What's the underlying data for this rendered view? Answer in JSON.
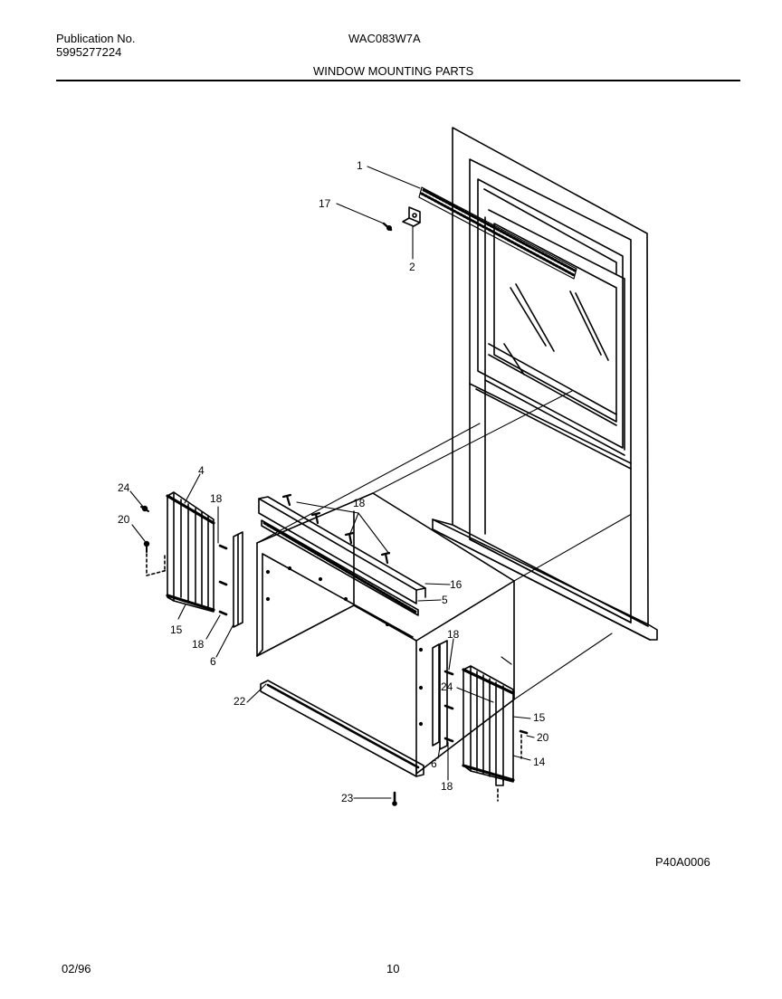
{
  "header": {
    "publication_label": "Publication No.",
    "publication_number": "5995277224",
    "model": "WAC083W7A",
    "section_title": "WINDOW MOUNTING PARTS"
  },
  "diagram": {
    "callouts": {
      "c1": "1",
      "c17": "17",
      "c2": "2",
      "c4": "4",
      "c24a": "24",
      "c20a": "20",
      "c18a": "18",
      "c18b": "18",
      "c15a": "15",
      "c18c": "18",
      "c6a": "6",
      "c16": "16",
      "c5": "5",
      "c18d": "18",
      "c24b": "24",
      "c15b": "15",
      "c20b": "20",
      "c14": "14",
      "c6b": "6",
      "c18e": "18",
      "c22": "22",
      "c23": "23"
    }
  },
  "footer": {
    "figure_code": "P40A0006",
    "date": "02/96",
    "page_number": "10"
  }
}
